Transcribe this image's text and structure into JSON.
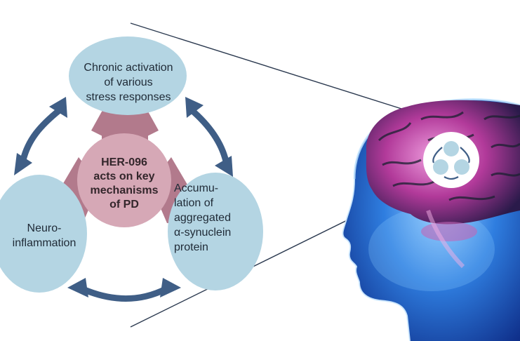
{
  "nodes": {
    "top": "Chronic activation\nof various\nstress responses",
    "left": "Neuro-\ninflammation",
    "right": "Accumu-\nlation of\naggregated\nα-synuclein\nprotein",
    "center": "HER-096\nacts on key\nmechanisms\nof PD"
  },
  "colors": {
    "bubble": "#b4d5e3",
    "arrow": "#3f5e86",
    "center": "#d6a8b6",
    "petal": "#b27a8c",
    "head": "#2f6fd6",
    "brain": "#b23a9a"
  }
}
